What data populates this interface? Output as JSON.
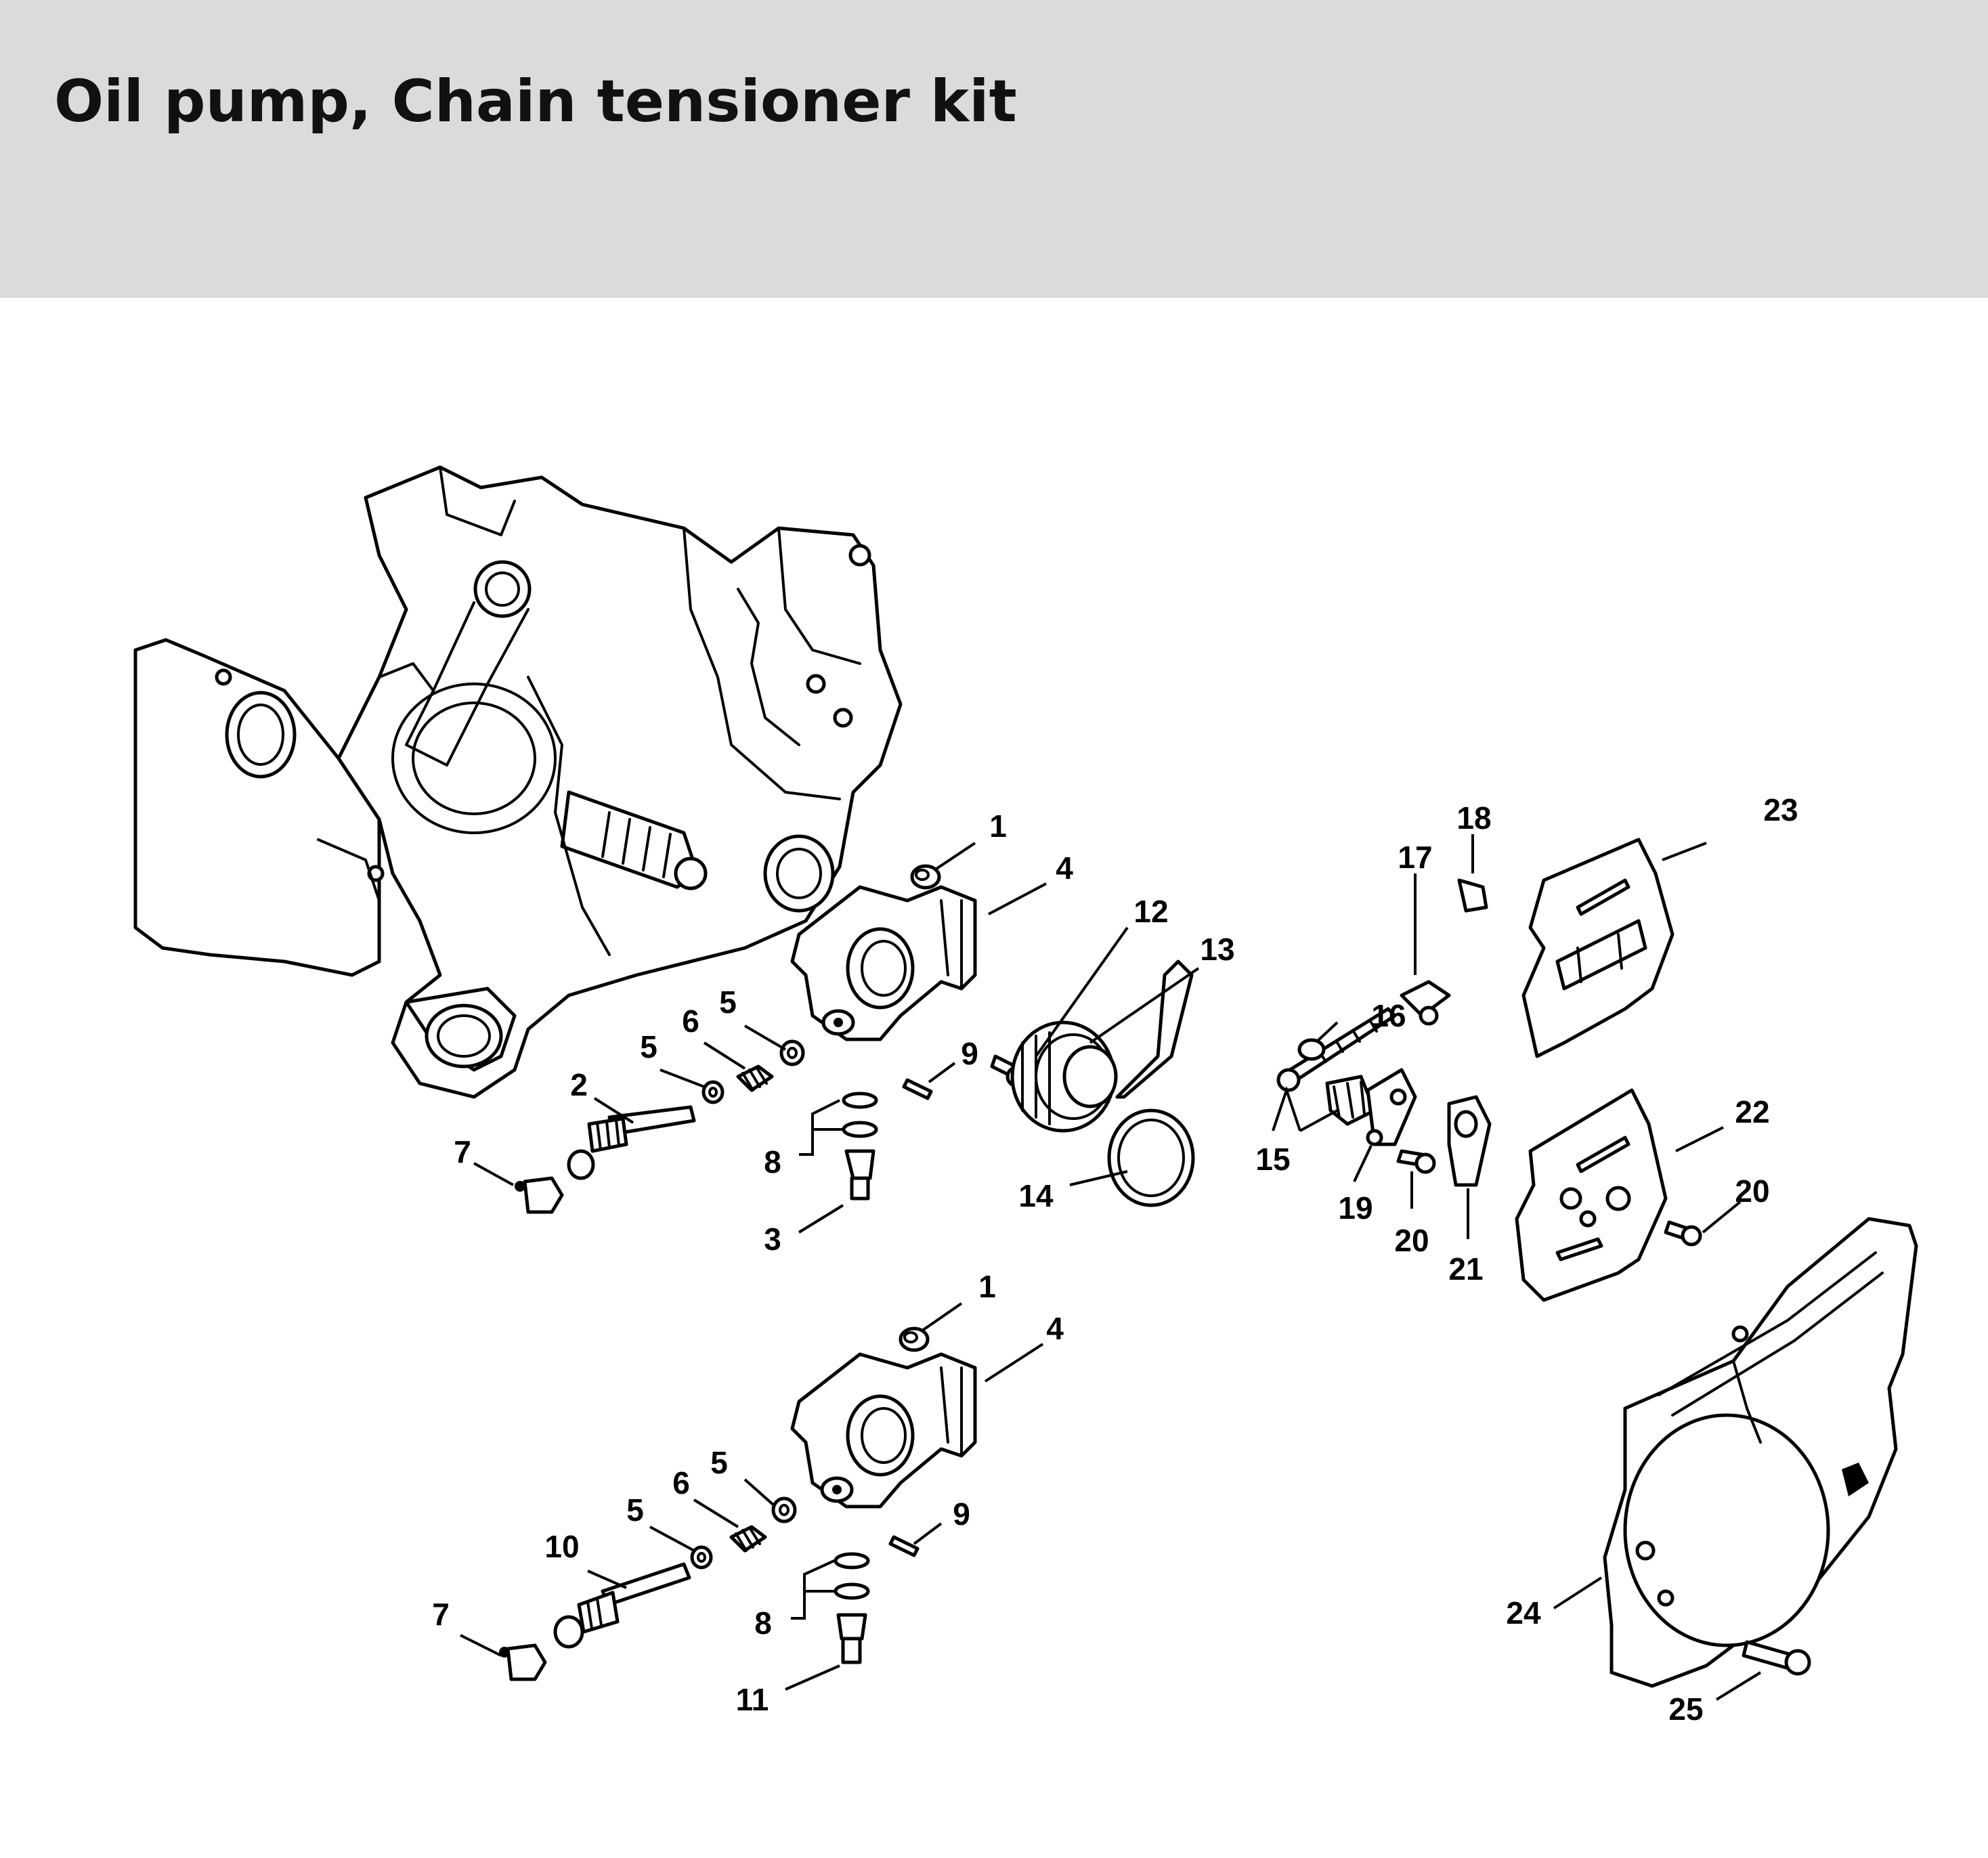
{
  "title": "Oil pump, Chain tensioner kit",
  "colors": {
    "header_background": "#dadcdb",
    "ink": "#000000"
  },
  "callouts": [
    {
      "id": "c1a",
      "text": "1"
    },
    {
      "id": "c4a",
      "text": "4"
    },
    {
      "id": "c12",
      "text": "12"
    },
    {
      "id": "c13",
      "text": "13"
    },
    {
      "id": "c5a",
      "text": "5"
    },
    {
      "id": "c6a",
      "text": "6"
    },
    {
      "id": "c5b",
      "text": "5"
    },
    {
      "id": "c9a",
      "text": "9"
    },
    {
      "id": "c2",
      "text": "2"
    },
    {
      "id": "c7a",
      "text": "7"
    },
    {
      "id": "c8a",
      "text": "8"
    },
    {
      "id": "c3",
      "text": "3"
    },
    {
      "id": "c14",
      "text": "14"
    },
    {
      "id": "c17",
      "text": "17"
    },
    {
      "id": "c18",
      "text": "18"
    },
    {
      "id": "c23",
      "text": "23"
    },
    {
      "id": "c16",
      "text": "16"
    },
    {
      "id": "c15",
      "text": "15"
    },
    {
      "id": "c19",
      "text": "19"
    },
    {
      "id": "c20a",
      "text": "20"
    },
    {
      "id": "c21",
      "text": "21"
    },
    {
      "id": "c22",
      "text": "22"
    },
    {
      "id": "c20b",
      "text": "20"
    },
    {
      "id": "c1b",
      "text": "1"
    },
    {
      "id": "c4b",
      "text": "4"
    },
    {
      "id": "c5c",
      "text": "5"
    },
    {
      "id": "c6b",
      "text": "6"
    },
    {
      "id": "c5d",
      "text": "5"
    },
    {
      "id": "c9b",
      "text": "9"
    },
    {
      "id": "c10",
      "text": "10"
    },
    {
      "id": "c7b",
      "text": "7"
    },
    {
      "id": "c8b",
      "text": "8"
    },
    {
      "id": "c11",
      "text": "11"
    },
    {
      "id": "c24",
      "text": "24"
    },
    {
      "id": "c25",
      "text": "25"
    }
  ]
}
